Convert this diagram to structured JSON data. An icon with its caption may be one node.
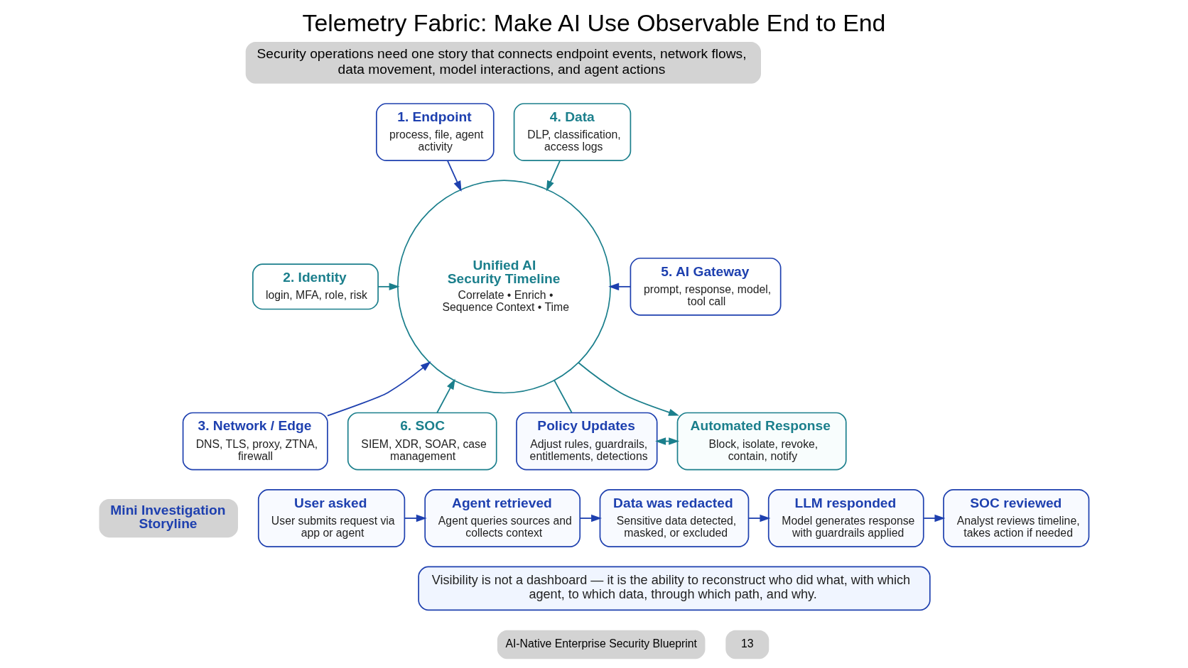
{
  "diagram": {
    "title": "Telemetry Fabric: Make AI Use Observable End to End",
    "nodes": [
      {
        "text": [
          "1. Endpoint",
          "process, file, agent activity"
        ]
      },
      {
        "text": [
          "2. Identity",
          "login, MFA, role, risk"
        ]
      },
      {
        "text": [
          "3. Network / Edge",
          "DNS, TLS, proxy, ZTNA, firewall"
        ]
      },
      {
        "text": [
          "Unified AI Security Timeline",
          "Correlate • Enrich • Sequence Context • Time"
        ]
      },
      {
        "text": [
          "4. Data",
          "DLP, classification, access logs"
        ]
      },
      {
        "text": [
          "5. AI Gateway",
          "prompt, response, model, tool call"
        ]
      },
      {
        "text": [
          "6. SOC",
          "SIEM, XDR, SOAR, case management"
        ]
      },
      {
        "text": [
          "Policy Updates",
          "Adjust rules, guardrails, entitlements, detections"
        ]
      },
      {
        "text": [
          "Automated Response",
          "Block, isolate, revoke, contain, notify"
        ]
      },
      {
        "text": [
          "User asked",
          "User submits request via app or agent"
        ]
      },
      {
        "text": [
          "Agent retrieved",
          "Agent queries sources and collects context"
        ]
      },
      {
        "text": [
          "Data was redacted",
          "Sensitive data detected, masked, or excluded"
        ]
      },
      {
        "text": [
          "LLM responded",
          "Model generates response with guardrails applied"
        ]
      },
      {
        "text": [
          "SOC reviewed",
          "Analyst reviews timeline, takes action if needed"
        ]
      },
      {
        "text": [
          "Visibility is not a dashboard — it is the ability to reconstruct who did what, with which agent, to which data, through which path, and why."
        ]
      }
    ],
    "edges": [
      {
        "from": 0,
        "to": 3,
        "arrow": "to"
      },
      {
        "from": 1,
        "to": 3,
        "arrow": "to",
        "color": "#1b7f8c"
      },
      {
        "from": 2,
        "to": 3,
        "arrow": "to"
      },
      {
        "from": 4,
        "to": 3,
        "arrow": "to",
        "color": "#1b7f8c"
      },
      {
        "from": 5,
        "to": 3,
        "arrow": "to"
      },
      {
        "from": 6,
        "to": 3,
        "arrow": "to",
        "color": "#1b7f8c"
      },
      {
        "from": 3,
        "to": 7,
        "arrow": "none",
        "color": "#1b7f8c"
      },
      {
        "from": 3,
        "to": 8,
        "arrow": "to",
        "color": "#1b7f8c"
      },
      {
        "from": 7,
        "to": 8,
        "arrow": "both",
        "color": "#1b7f8c"
      },
      {
        "from": 9,
        "to": 10,
        "arrow": "to"
      },
      {
        "from": 10,
        "to": 11,
        "arrow": "to"
      },
      {
        "from": 11,
        "to": 12,
        "arrow": "to"
      },
      {
        "from": 12,
        "to": 13,
        "arrow": "to"
      }
    ],
    "labels": [
      "Security operations need one story that connects endpoint events, network flows, data movement, model interactions, and agent actions",
      "Mini Investigation Storyline",
      "AI-Native Enterprise Security Blueprint",
      "13"
    ]
  }
}
